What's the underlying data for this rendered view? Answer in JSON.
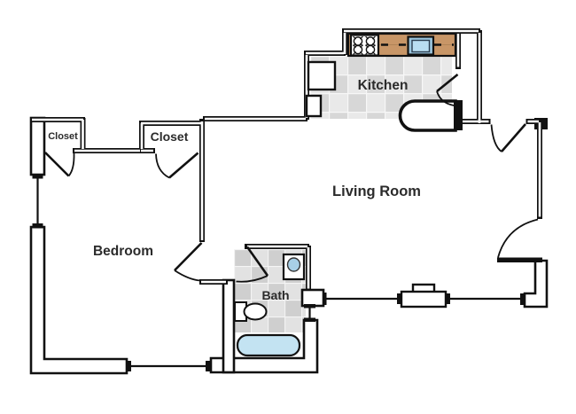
{
  "title": "One-bedroom apartment floor plan",
  "rooms": {
    "kitchen": "Kitchen",
    "living_room": "Living Room",
    "bedroom": "Bedroom",
    "bath": "Bath",
    "closet_left": "Closet",
    "closet_right": "Closet"
  },
  "fixtures": {
    "stove": "stove-burners-icon",
    "kitchen_sink": "kitchen-sink-icon",
    "refrigerator": "refrigerator-icon",
    "peninsula": "kitchen-peninsula-counter",
    "bath_sink": "bath-sink-icon",
    "toilet": "toilet-icon",
    "bathtub": "bathtub-icon",
    "doors": "door-swing-arc",
    "windows": "window-marker"
  },
  "colors": {
    "background": "#ffffff",
    "wall": "#111111",
    "counter": "#c89667",
    "counter_seam": "#b08457",
    "kitchen_tile_dark": "#d7d7d7",
    "kitchen_tile_light": "#e9e9e9",
    "bath_tile_dark": "#cfcfcf",
    "bath_tile_light": "#e2e2e2",
    "sink_frame": "#9cc6de",
    "sink_water": "#b9def2",
    "bath_sink_water": "#a8cfe6",
    "tub_water": "#c3e3f2",
    "label_text": "#2b2b2b"
  }
}
